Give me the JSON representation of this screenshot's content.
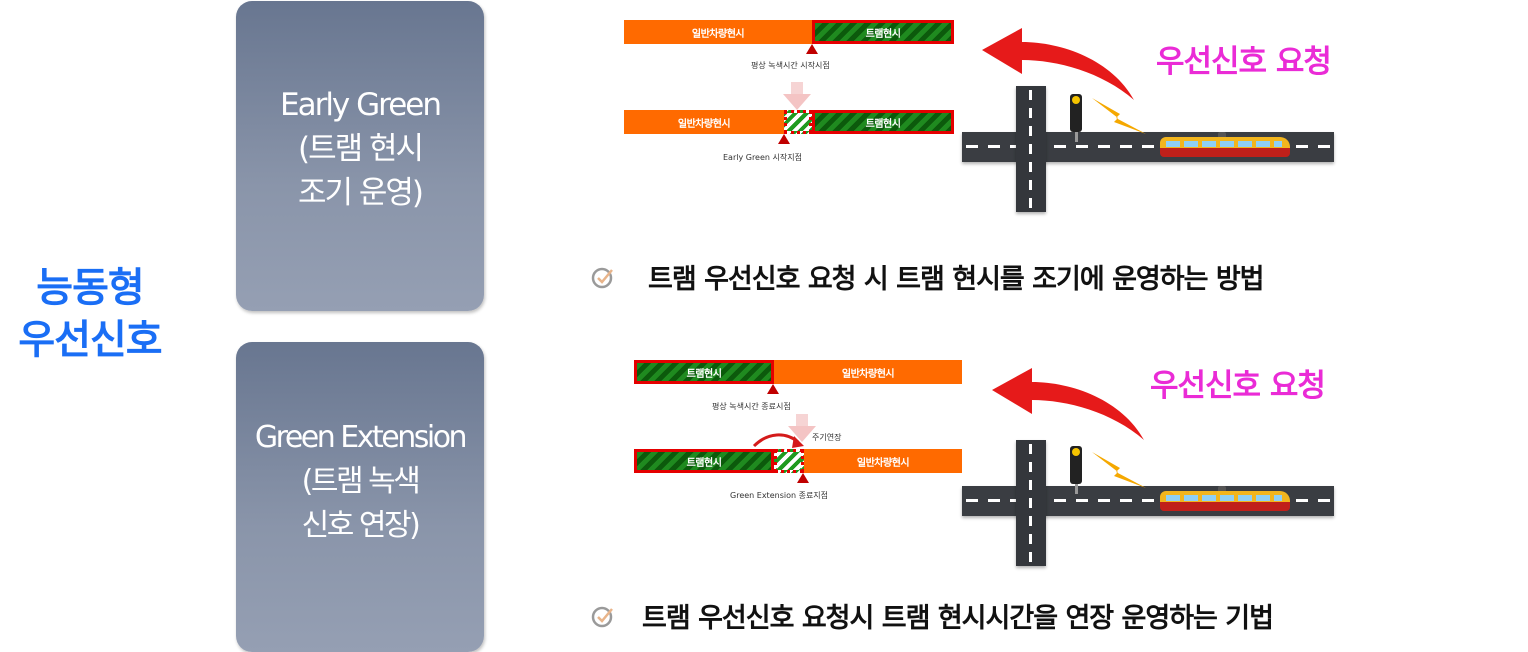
{
  "title": {
    "line1": "능동형",
    "line2": "우선신호"
  },
  "colors": {
    "title": "#1a6ef5",
    "card": "#7a869e",
    "general_phase": "#ff6a00",
    "tram_phase": "#1f8a1f",
    "tram_border": "#e50000",
    "request_label": "#ea2bd6"
  },
  "methods": [
    {
      "name_en": "Early Green",
      "name_ko_1": "(트램 현시",
      "name_ko_2": "조기 운영)",
      "diagram": {
        "before": {
          "segments": [
            "일반차량현시",
            "트램현시"
          ],
          "caption": "평상 녹색시간 시작시점"
        },
        "after": {
          "segments": [
            "일반차량현시",
            "",
            "트램현시"
          ],
          "caption": "Early Green 시작지점"
        }
      },
      "scene": {
        "request_label": "우선신호 요청",
        "icons": [
          "red-curved-arrow-icon",
          "traffic-signal-icon",
          "lightning-icon",
          "tram-icon"
        ]
      },
      "description": "트램 우선신호 요청 시 트램 현시를 조기에 운영하는  방법"
    },
    {
      "name_en": "Green Extension",
      "name_ko_1": "(트램 녹색",
      "name_ko_2": "신호 연장)",
      "diagram": {
        "before": {
          "segments": [
            "트램현시",
            "일반차량현시"
          ],
          "caption": "평상 녹색시간 종료시점"
        },
        "after": {
          "segments": [
            "트램현시",
            "",
            "일반차량현시"
          ],
          "caption": "Green Extension 종료지점",
          "annotation": "주기연장"
        }
      },
      "scene": {
        "request_label": "우선신호 요청",
        "icons": [
          "red-curved-arrow-icon",
          "traffic-signal-icon",
          "lightning-icon",
          "tram-icon"
        ]
      },
      "description": "트램 우선신호 요청시 트램 현시시간을 연장 운영하는 기법"
    }
  ]
}
